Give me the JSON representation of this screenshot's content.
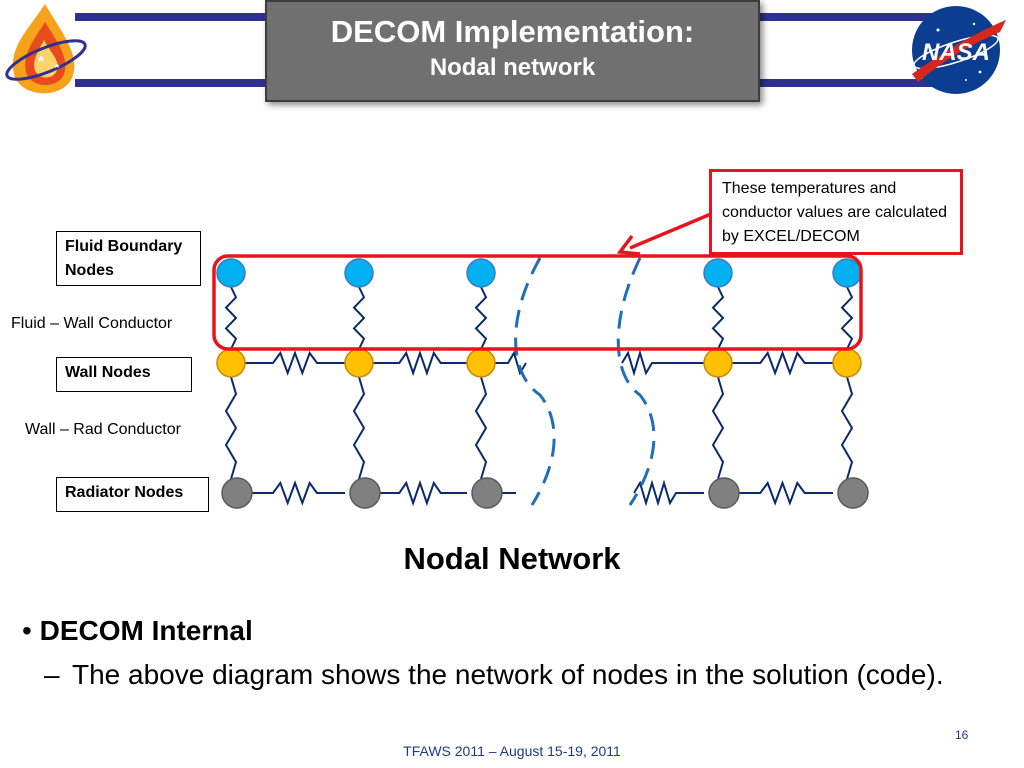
{
  "slide": {
    "title": "DECOM Implementation:",
    "subtitle": "Nodal network",
    "page_number": "16",
    "footer": "TFAWS 2011 – August 15-19, 2011"
  },
  "labels": {
    "fluid_boundary_nodes": "Fluid Boundary Nodes",
    "fluid_wall_conductor": "Fluid – Wall Conductor",
    "wall_nodes": "Wall Nodes",
    "wall_rad_conductor": "Wall – Rad Conductor",
    "radiator_nodes": "Radiator Nodes"
  },
  "callout": {
    "text": "These temperatures and conductor values are calculated by EXCEL/DECOM"
  },
  "caption": "Nodal Network",
  "bullets": [
    {
      "text": "DECOM Internal",
      "sub": "The above diagram shows the network of nodes in the solution (code)."
    }
  ],
  "logos": {
    "right_logo_text": "NASA"
  },
  "colors": {
    "fluid_node": "#00b0f0",
    "wall_node": "#ffc000",
    "radiator_node": "#808080",
    "highlight": "#e8141b",
    "header_band": "#2e3192",
    "conductor": "#0b2a6b",
    "break_line": "#1f6fb8"
  }
}
